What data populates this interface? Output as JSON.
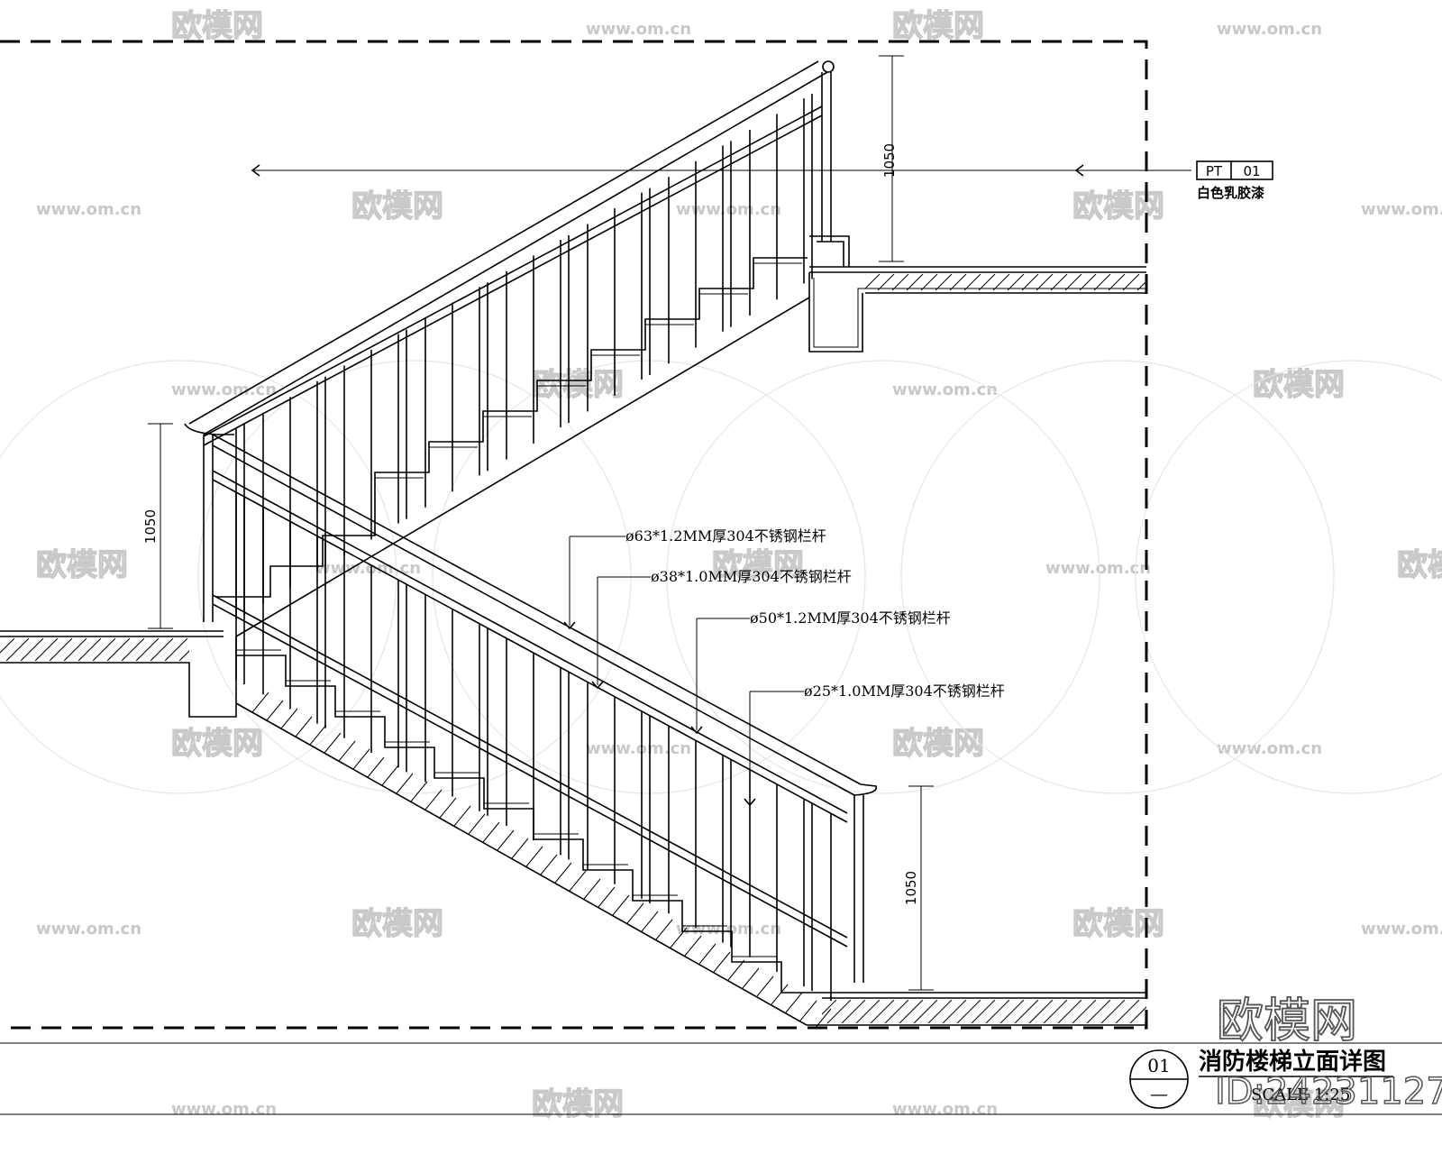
{
  "labels": {
    "rail_63": "ø63*1.2MM厚304不锈钢栏杆",
    "rail_38": "ø38*1.0MM厚304不锈钢栏杆",
    "rail_50": "ø50*1.2MM厚304不锈钢栏杆",
    "rail_25": "ø25*1.0MM厚304不锈钢栏杆"
  },
  "dimensions": {
    "upper_rail_height": "1050",
    "mid_rail_height": "1050",
    "lower_rail_height": "1050"
  },
  "finish_tag": {
    "code": "PT",
    "number": "01",
    "description": "白色乳胶漆"
  },
  "title_block": {
    "detail_number": "01",
    "detail_ref": "—",
    "title": "消防楼梯立面详图",
    "scale": "SCALE 1:25"
  },
  "watermark": {
    "brand": "欧模网",
    "url": "www.om.cn",
    "id": "ID:24231127"
  }
}
